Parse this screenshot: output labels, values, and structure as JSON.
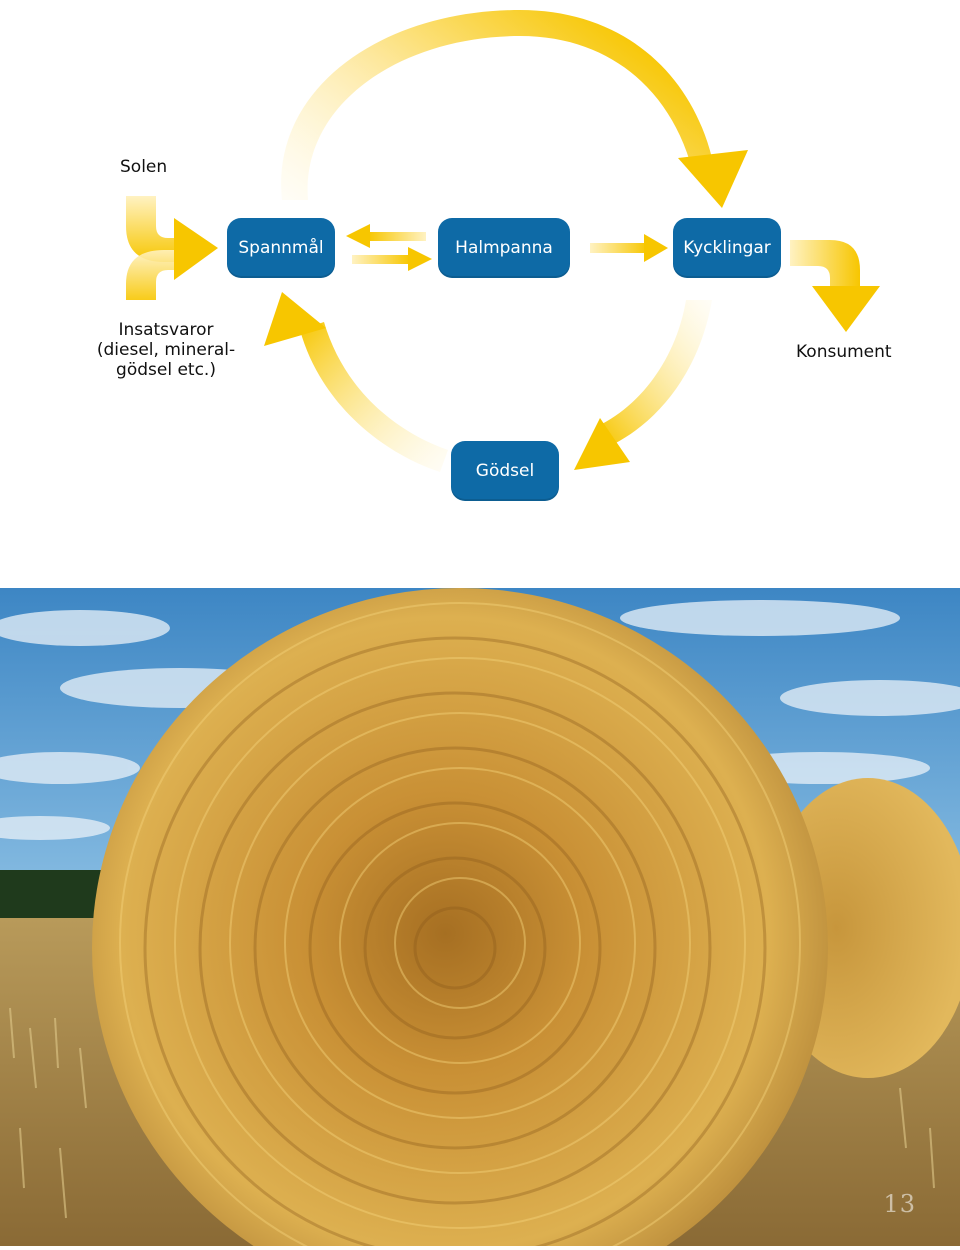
{
  "diagram": {
    "nodes": {
      "spannmal": "Spannmål",
      "halmpanna": "Halmpanna",
      "kycklingar": "Kycklingar",
      "godsel": "Gödsel"
    },
    "labels": {
      "solen": "Solen",
      "insatsvaror": "Insatsvaror\n(diesel, mineral-\ngödsel etc.)",
      "konsument": "Konsument"
    },
    "colors": {
      "node_fill": "#0e6aa6",
      "arrow_yellow": "#f7c600"
    }
  },
  "photo": {
    "subject": "hay-bales",
    "page_number": "13"
  }
}
